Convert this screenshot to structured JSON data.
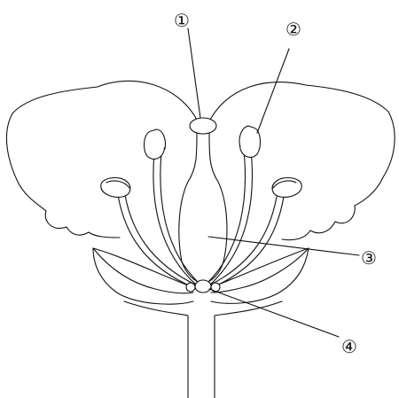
{
  "labels": {
    "l1": "①",
    "l2": "②",
    "l3": "③",
    "l4": "④"
  },
  "colors": {
    "ink": "#111111",
    "background": "#ffffff"
  }
}
